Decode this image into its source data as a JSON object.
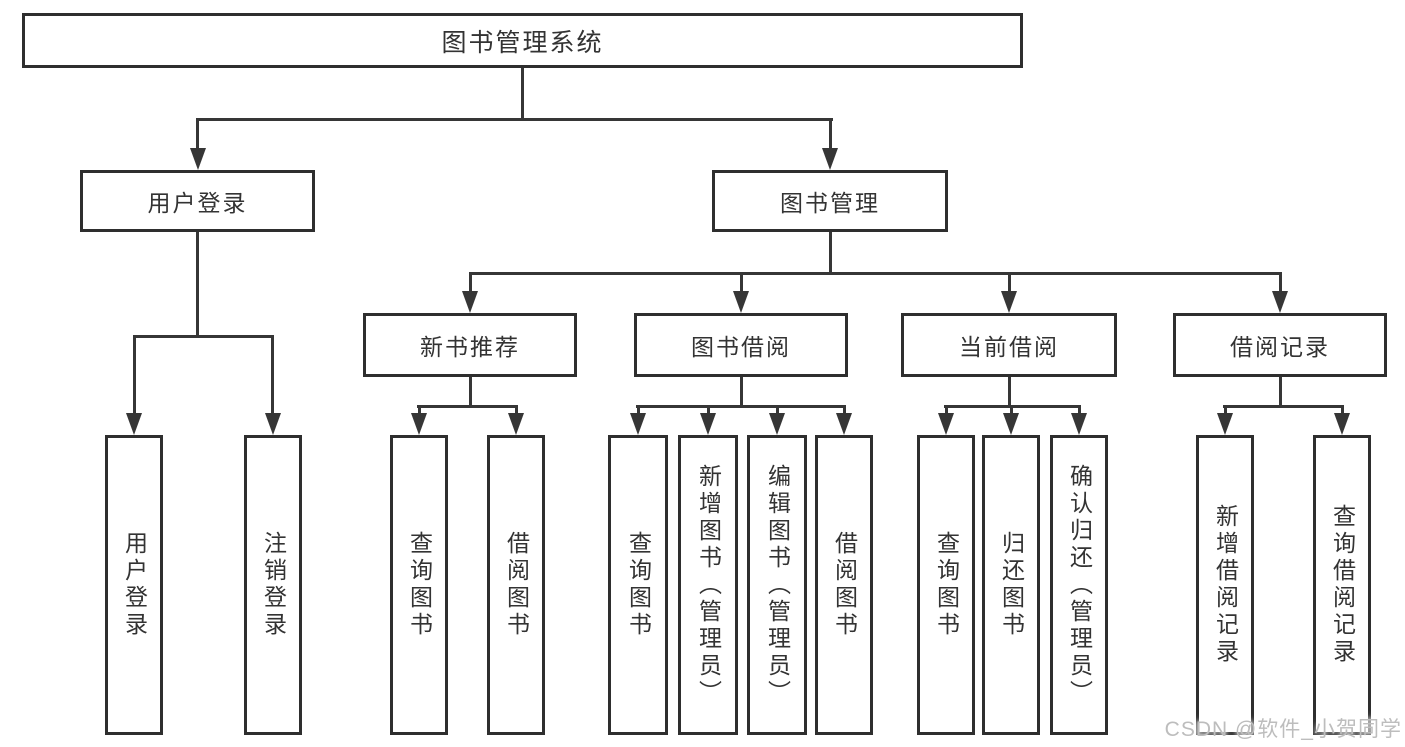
{
  "tree": {
    "root": {
      "label": "图书管理系统"
    },
    "branches": [
      {
        "label": "用户登录",
        "children": [
          {
            "label": "用户登录"
          },
          {
            "label": "注销登录"
          }
        ]
      },
      {
        "label": "图书管理",
        "children": [
          {
            "label": "新书推荐",
            "children": [
              {
                "label": "查询图书"
              },
              {
                "label": "借阅图书"
              }
            ]
          },
          {
            "label": "图书借阅",
            "children": [
              {
                "label": "查询图书"
              },
              {
                "label": "新增图书（管理员）"
              },
              {
                "label": "编辑图书（管理员）"
              },
              {
                "label": "借阅图书"
              }
            ]
          },
          {
            "label": "当前借阅",
            "children": [
              {
                "label": "查询图书"
              },
              {
                "label": "归还图书"
              },
              {
                "label": "确认归还（管理员）"
              }
            ]
          },
          {
            "label": "借阅记录",
            "children": [
              {
                "label": "新增借阅记录"
              },
              {
                "label": "查询借阅记录"
              }
            ]
          }
        ]
      }
    ]
  },
  "watermark": "CSDN @软件_小贺同学",
  "colors": {
    "line": "#363636",
    "box_border": "#2e2e2e",
    "text": "#333333",
    "watermark": "#bdbdbd",
    "background": "#ffffff"
  }
}
